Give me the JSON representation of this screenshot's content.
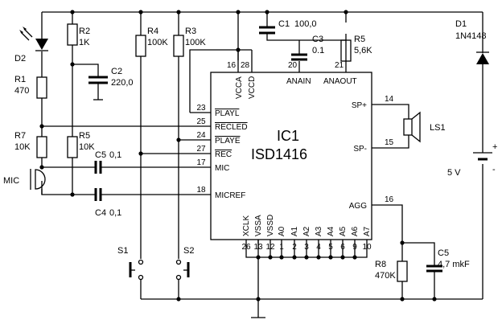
{
  "components": {
    "d2": "D2",
    "r1": {
      "name": "R1",
      "value": "470"
    },
    "r2": {
      "name": "R2",
      "value": "1K"
    },
    "c2": {
      "name": "C2",
      "value": "220,0"
    },
    "r7": {
      "name": "R7",
      "value": "10K"
    },
    "r5a": {
      "name": "R5",
      "value": "10K"
    },
    "r4": {
      "name": "R4",
      "value": "100K"
    },
    "r3": {
      "name": "R3",
      "value": "100K"
    },
    "c1": {
      "name": "C1",
      "value": "100,0"
    },
    "c3": {
      "name": "C3",
      "value": "0.1"
    },
    "r5b": {
      "name": "R5",
      "value": "5,6K"
    },
    "d1": {
      "name": "D1",
      "value": "1N4148"
    },
    "c5a": {
      "name": "C5",
      "value": "0,1"
    },
    "c4": {
      "name": "C4",
      "value": "0,1"
    },
    "mic": "MIC",
    "s1": "S1",
    "s2": "S2",
    "ls1": "LS1",
    "battery": "5 V",
    "r8": {
      "name": "R8",
      "value": "470K"
    },
    "c5b": {
      "name": "C5",
      "value": "4,7 mkF"
    },
    "plus": "+",
    "minus": "-"
  },
  "ic": {
    "name": "IC1",
    "part": "ISD1416",
    "left_pins": [
      {
        "num": "23",
        "label": "PLAYL"
      },
      {
        "num": "25",
        "label": "RECLED"
      },
      {
        "num": "24",
        "label": "PLAYE"
      },
      {
        "num": "27",
        "label": "REC"
      },
      {
        "num": "17",
        "label": "MIC"
      },
      {
        "num": "18",
        "label": "MICREF"
      }
    ],
    "top_pins": [
      {
        "num": "16",
        "label": "VCCA"
      },
      {
        "num": "28",
        "label": "VCCD"
      },
      {
        "num": "20",
        "label": "ANAIN"
      },
      {
        "num": "21",
        "label": "ANAOUT"
      }
    ],
    "right_pins": [
      {
        "num": "14",
        "label": "SP+"
      },
      {
        "num": "15",
        "label": "SP-"
      },
      {
        "num": "16",
        "label": "AGG"
      }
    ],
    "bottom_pins": [
      {
        "num": "26",
        "label": "XCLK"
      },
      {
        "num": "13",
        "label": "VSSA"
      },
      {
        "num": "12",
        "label": "VSSD"
      },
      {
        "num": "1",
        "label": "A0"
      },
      {
        "num": "2",
        "label": "A1"
      },
      {
        "num": "3",
        "label": "A2"
      },
      {
        "num": "4",
        "label": "A3"
      },
      {
        "num": "5",
        "label": "A4"
      },
      {
        "num": "6",
        "label": "A5"
      },
      {
        "num": "9",
        "label": "A6"
      },
      {
        "num": "10",
        "label": "A7"
      }
    ]
  }
}
